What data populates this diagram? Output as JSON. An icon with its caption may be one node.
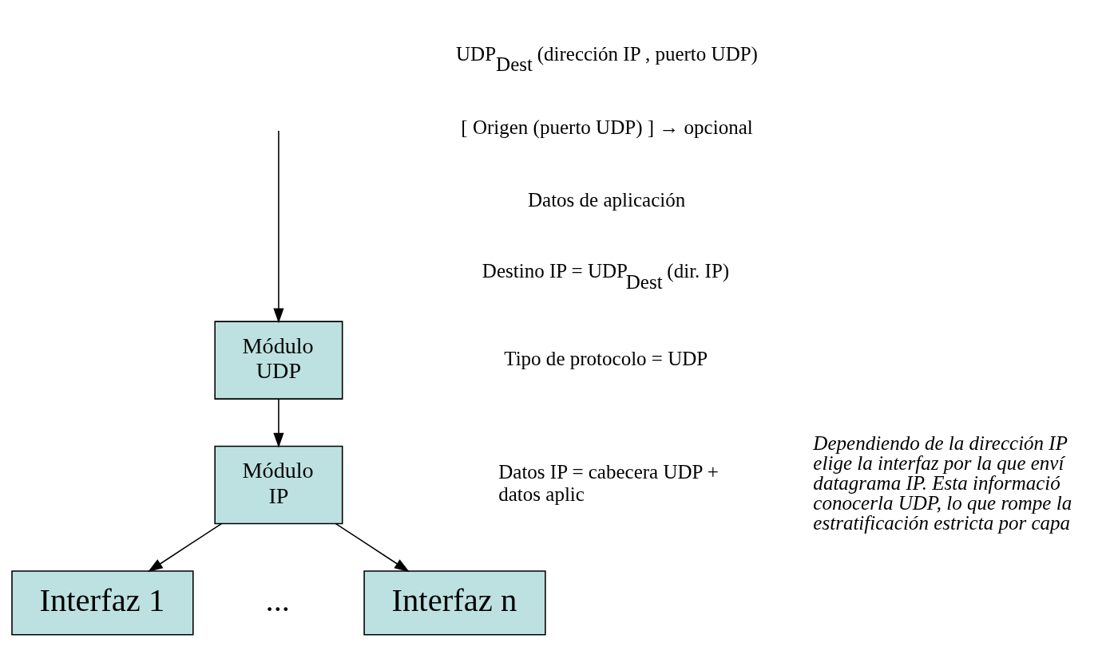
{
  "diagram": {
    "nodes": [
      {
        "text": [
          "Módulo UDP"
        ]
      },
      {
        "text": [
          "Módulo IP"
        ]
      },
      {
        "text": [
          "Interfaz 1"
        ]
      },
      {
        "text": [
          "Interfaz n"
        ]
      }
    ],
    "edges": [
      {
        "from": null,
        "to": 0,
        "arrow": "to"
      },
      {
        "from": 0,
        "to": 1,
        "arrow": "to"
      },
      {
        "from": 1,
        "to": 2,
        "arrow": "to"
      },
      {
        "from": 1,
        "to": 3,
        "arrow": "to"
      }
    ],
    "labels": [
      "UDP$_{Dest}$ (dirección IP , puerto UDP)",
      "[ Origen (puerto UDP) ] → opcional",
      "Datos de aplicación",
      "Destino IP = UDP$_{Dest}$ (dir. IP)",
      "Tipo de protocolo = UDP",
      "Datos IP = cabecera UDP + datos aplic",
      "Dependiendo de la dirección IP elige la interfaz por la que enví datagrama IP. Esta informació conocerla UDP, lo que rompe la estratificación estricta por capa",
      "..."
    ]
  }
}
